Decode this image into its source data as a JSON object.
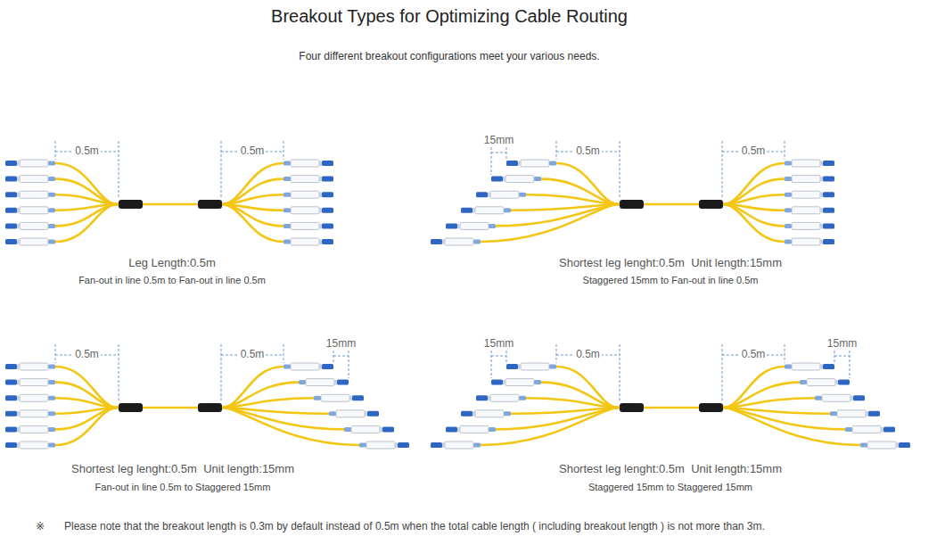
{
  "diagram": {
    "title": "Breakout Types for Optimizing Cable Routing",
    "caption": "Please note that the breakout length is 0.3m by default instead of 0.5m when the total cable length ( including breakout length ) is not more than 3m.",
    "labels": [
      "Four different breakout configurations meet your various needs.",
      "0.5m",
      "0.5m",
      "Leg Length:0.5m",
      "Fan-out in line 0.5m to Fan-out in line 0.5m",
      "15mm",
      "0.5m",
      "0.5m",
      "Shortest leg lenght:0.5m  Unit length:15mm",
      "Staggered 15mm to Fan-out in line 0.5m",
      "0.5m",
      "0.5m",
      "15mm",
      "Shortest leg lenght:0.5m  Unit length:15mm",
      "Fan-out in line 0.5m to Staggered 15mm",
      "15mm",
      "0.5m",
      "0.5m",
      "15mm",
      "Shortest leg lenght:0.5m  Unit length:15mm",
      "Staggered 15mm to Staggered 15mm",
      "※"
    ]
  }
}
